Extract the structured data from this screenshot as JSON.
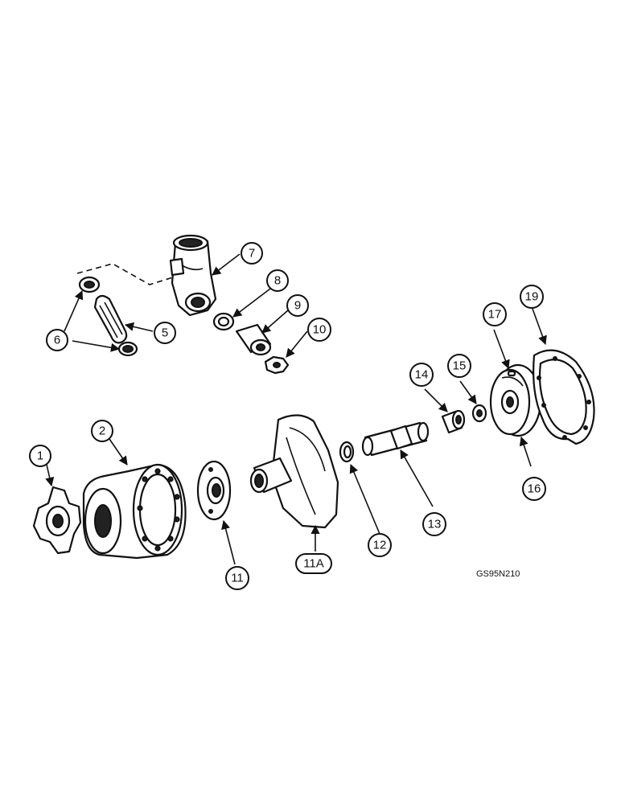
{
  "callouts": [
    {
      "id": "c1",
      "label": "1"
    },
    {
      "id": "c2",
      "label": "2"
    },
    {
      "id": "c5",
      "label": "5"
    },
    {
      "id": "c6",
      "label": "6"
    },
    {
      "id": "c7",
      "label": "7"
    },
    {
      "id": "c8",
      "label": "8"
    },
    {
      "id": "c9",
      "label": "9"
    },
    {
      "id": "c10",
      "label": "10"
    },
    {
      "id": "c11",
      "label": "11"
    },
    {
      "id": "c11a",
      "label": "11A"
    },
    {
      "id": "c12",
      "label": "12"
    },
    {
      "id": "c13",
      "label": "13"
    },
    {
      "id": "c14",
      "label": "14"
    },
    {
      "id": "c15",
      "label": "15"
    },
    {
      "id": "c16",
      "label": "16"
    },
    {
      "id": "c17",
      "label": "17"
    },
    {
      "id": "c19",
      "label": "19"
    }
  ],
  "reference_code": "GS95N210"
}
